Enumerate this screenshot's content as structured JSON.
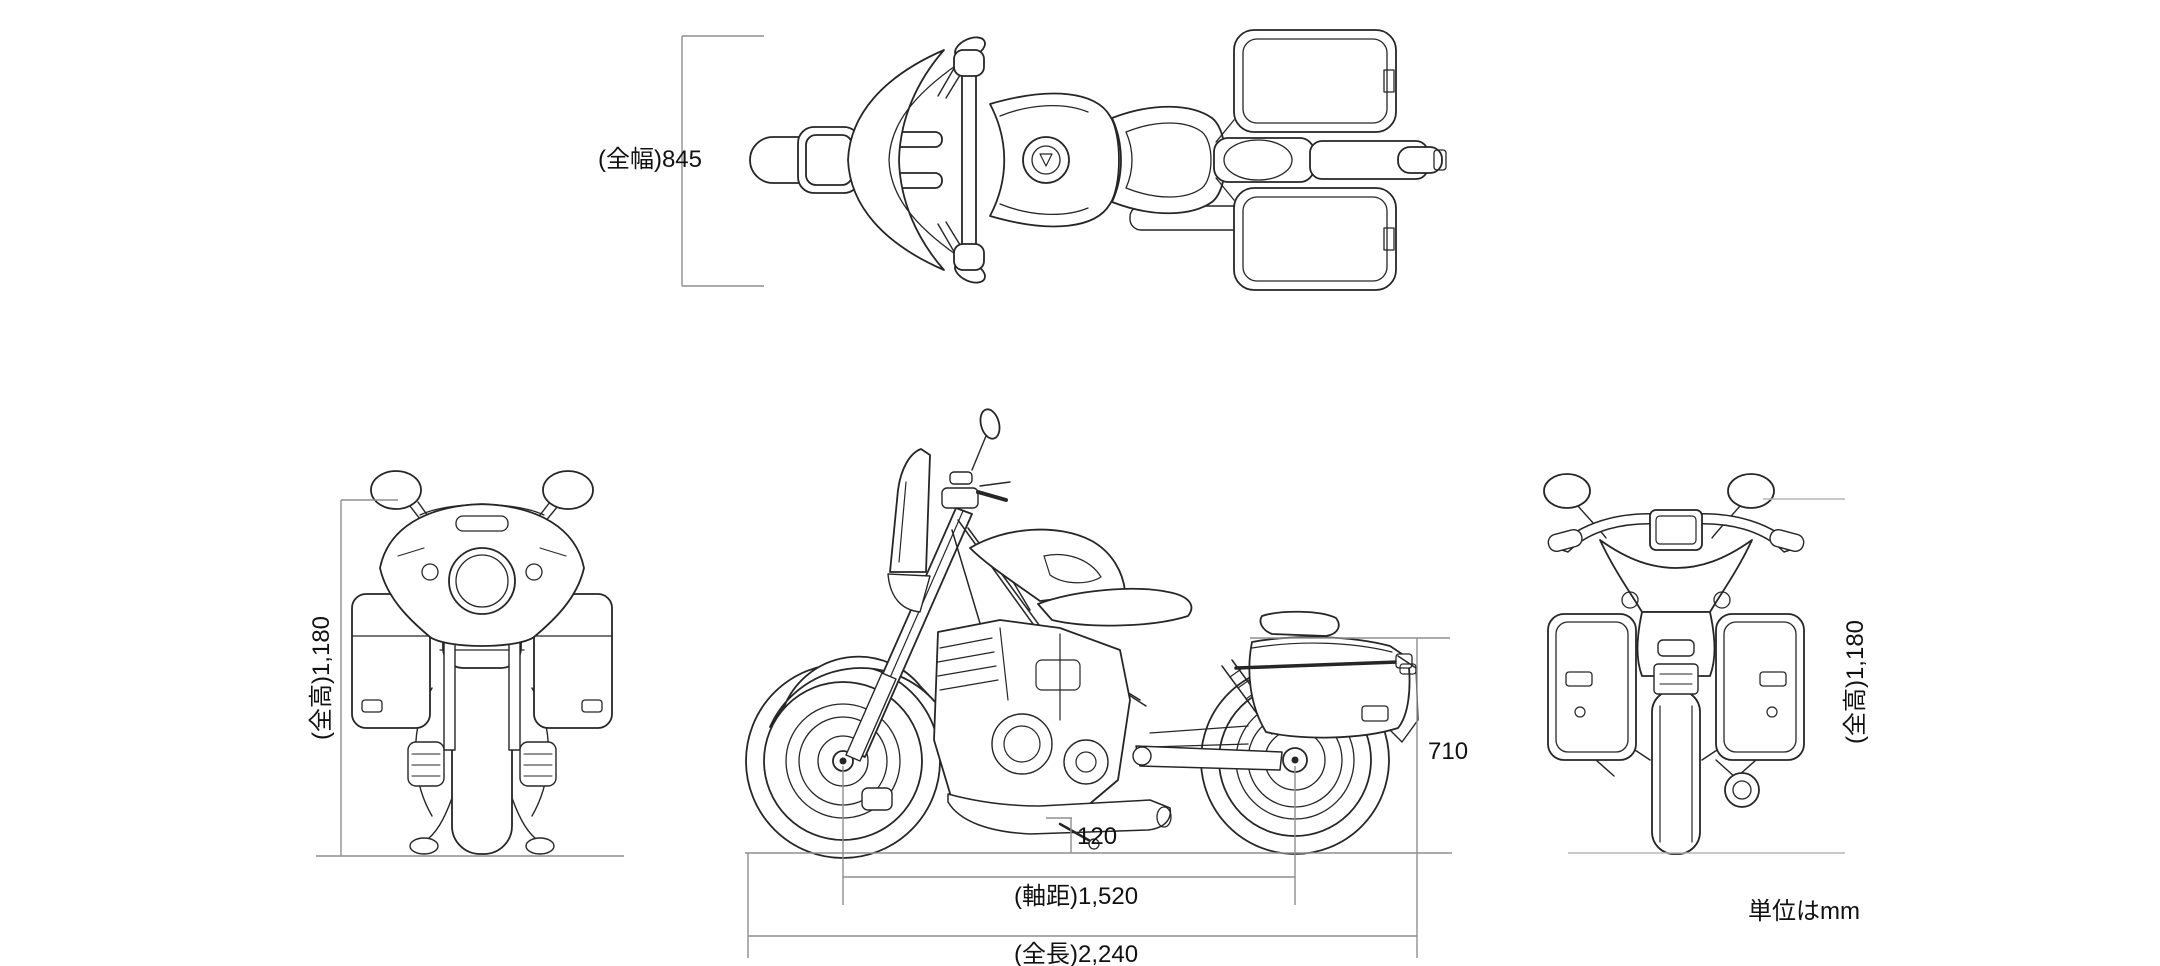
{
  "blueprint": {
    "units_note": "単位はmm",
    "colors": {
      "line_art": "#262626",
      "dimension_line": "#8f8f8f",
      "light_extension_line": "#b5b5b5",
      "text": "#111111"
    },
    "views": {
      "top": {
        "dimension_labels": {
          "overall_width": "(全幅)845"
        }
      },
      "front": {
        "dimension_labels": {
          "overall_height": "(全高)1,180"
        }
      },
      "side": {
        "dimension_labels": {
          "seat_height": "710",
          "ground_clearance": "120",
          "wheelbase": "(軸距)1,520",
          "overall_length": "(全長)2,240"
        }
      },
      "rear": {
        "dimension_labels": {
          "overall_height": "(全高)1,180"
        }
      }
    }
  }
}
